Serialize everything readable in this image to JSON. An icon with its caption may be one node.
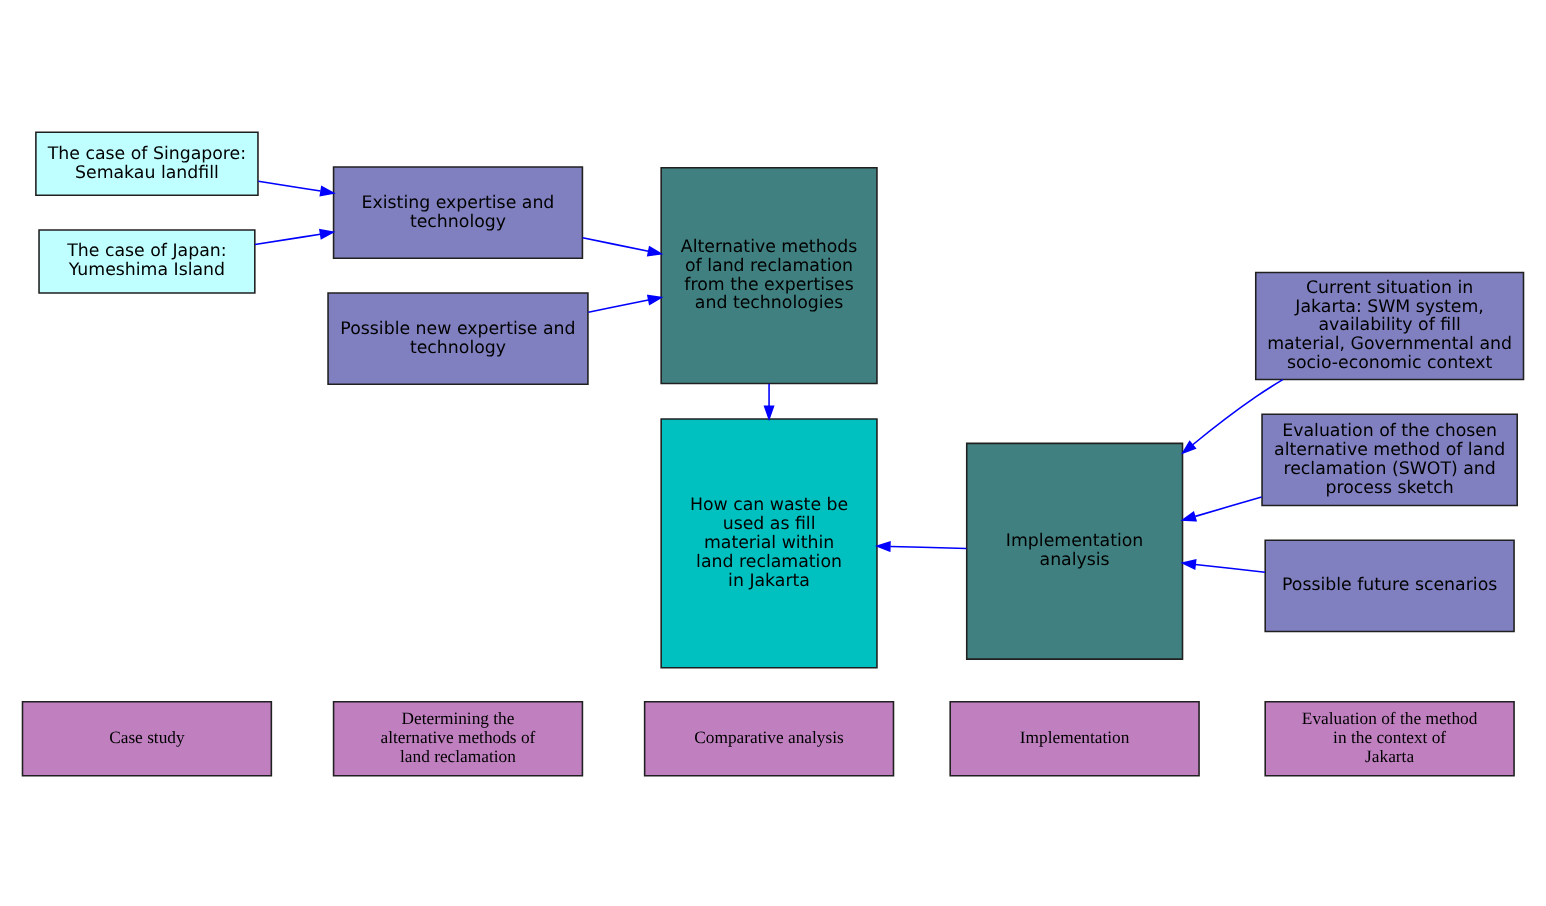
{
  "diagram": {
    "nodes": [
      {
        "text": [
          "Case study"
        ]
      },
      {
        "text": [
          "Determining the alternative methods of land reclamation"
        ]
      },
      {
        "text": [
          "Comparative analysis"
        ]
      },
      {
        "text": [
          "Implementation"
        ]
      },
      {
        "text": [
          "Evaluation of the method in the context of Jakarta"
        ]
      },
      {
        "text": [
          "The case of Singapore: Semakau landfill"
        ]
      },
      {
        "text": [
          "The case of Japan: Yumeshima Island"
        ]
      },
      {
        "text": [
          "Existing expertise and technology"
        ]
      },
      {
        "text": [
          "Possible new expertise and technology"
        ]
      },
      {
        "text": [
          "Alternative methods of land reclamation from the expertises and technologies"
        ]
      },
      {
        "text": [
          "How can waste be used as fill material within land reclamation in Jakarta"
        ]
      },
      {
        "text": [
          "Implementation analysis"
        ]
      },
      {
        "text": [
          "Current situation in Jakarta: SWM system, availability of fill material, Governmental and socio-economic context"
        ]
      },
      {
        "text": [
          "Evaluation of the chosen alternative method of land reclamation (SWOT) and process sketch"
        ]
      },
      {
        "text": [
          "Possible future scenarios"
        ]
      }
    ],
    "edges": [
      {
        "from": 5,
        "to": 7,
        "arrow": "to"
      },
      {
        "from": 6,
        "to": 7,
        "arrow": "to"
      },
      {
        "from": 7,
        "to": 9,
        "arrow": "to"
      },
      {
        "from": 8,
        "to": 9,
        "arrow": "to"
      },
      {
        "from": 9,
        "to": 10,
        "arrow": "to"
      },
      {
        "from": 11,
        "to": 10,
        "arrow": "to"
      },
      {
        "from": 12,
        "to": 11,
        "arrow": "to"
      },
      {
        "from": 13,
        "to": 11,
        "arrow": "to"
      },
      {
        "from": 14,
        "to": 11,
        "arrow": "to"
      }
    ]
  }
}
